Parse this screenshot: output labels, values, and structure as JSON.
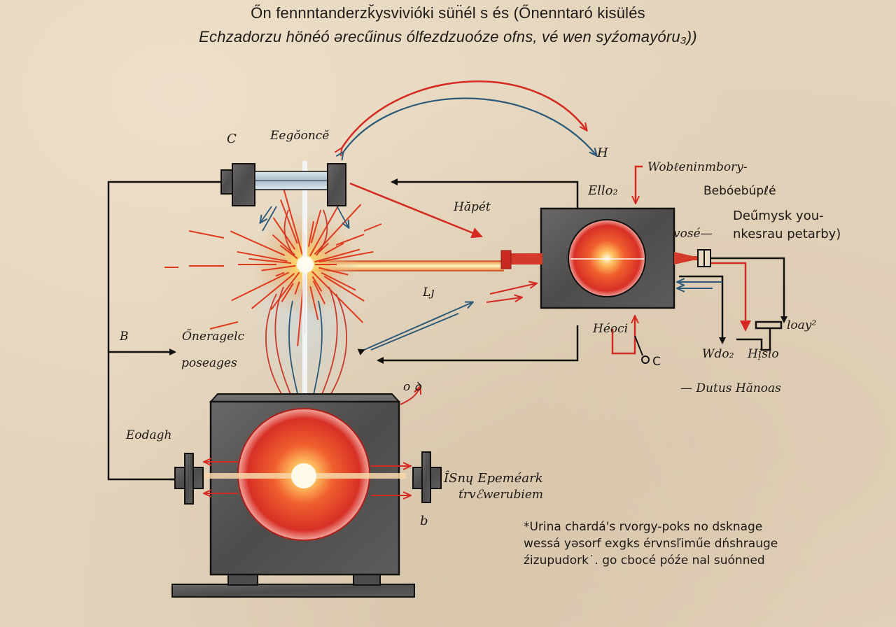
{
  "title": {
    "line1": "Őn fennntanderzǩysvivióki sün̈él s és (Őnenntaró kisülés",
    "line2": "Echzadorzu hönéó ərecűinus ólfezdzuoóze ofns, vé wen syźomayóru₃))"
  },
  "labels": {
    "c_top": "C",
    "eegoonce": "Eegŏoncĕ",
    "h_arc": "H",
    "wobeleninmbory": "Wobℓeninmbory-",
    "ello2": "Ello₂",
    "bebobuple": "Bebóebúpℓé",
    "deumysk_line1": "Deűmysk you-",
    "deumysk_line2": "nkesrau petarby)",
    "vose": "vosé—",
    "hapet": "Hăpét",
    "lj": "Lȷ",
    "b_upper": "B",
    "oneragelc": "Őneragelc",
    "poseages": "poseages",
    "heoci": "Héoci",
    "oc": "C",
    "wdo2": "Wdo₂",
    "hislo": "Hịslo",
    "loay2": "loay²",
    "dutus_hanoas": "— Dutus Hănoas",
    "od": "o ꝺ",
    "eodagh": "Eodagh",
    "isny_line1": "ÎSnɥ Epeméark",
    "isny_line2": "ťrvℰwerubiem",
    "b_lower": "b"
  },
  "footnote": {
    "lines": [
      "*Urina chardá's rvorgy-poks no dsknage",
      "wessá yəsorf exgks érvnsľiműe dńshrauge",
      "źizupudork˙. go cbocé późe nal suónned"
    ]
  },
  "colors": {
    "paper": "#e3d3bb",
    "ink": "#1c1814",
    "red": "#d42a22",
    "blue": "#2c5a78",
    "metal": "#5a5856",
    "glow": "#fff2b0",
    "sphere": "#e03a26"
  }
}
